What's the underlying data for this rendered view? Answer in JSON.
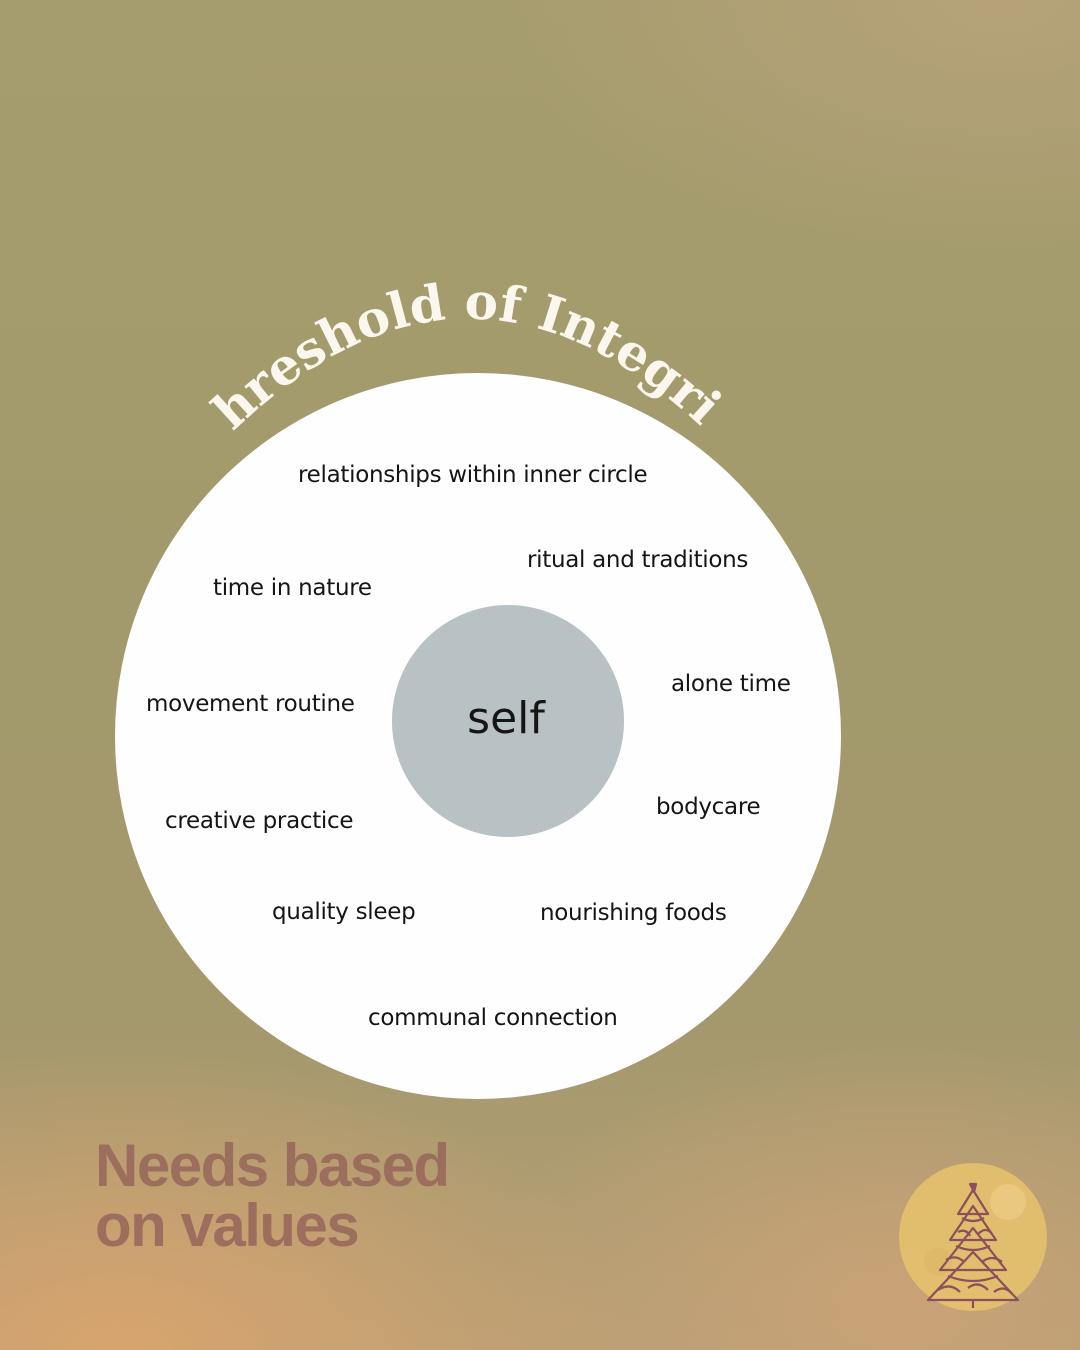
{
  "title": "Threshold of Integrity",
  "center_label": "self",
  "needs": [
    "relationships within inner circle",
    "ritual and traditions",
    "time in nature",
    "alone time",
    "movement routine",
    "bodycare",
    "creative practice",
    "quality sleep",
    "nourishing foods",
    "communal connection"
  ],
  "headline": {
    "line1": "Needs based",
    "line2": "on values"
  },
  "colors": {
    "outer_circle": "#fefefe",
    "inner_circle": "#b8c1c4",
    "headline": "#9a6a5c",
    "emblem_disc": "#e4c16e",
    "emblem_tree": "#8c4f5c"
  },
  "icons": [
    "tree-emblem-icon"
  ]
}
